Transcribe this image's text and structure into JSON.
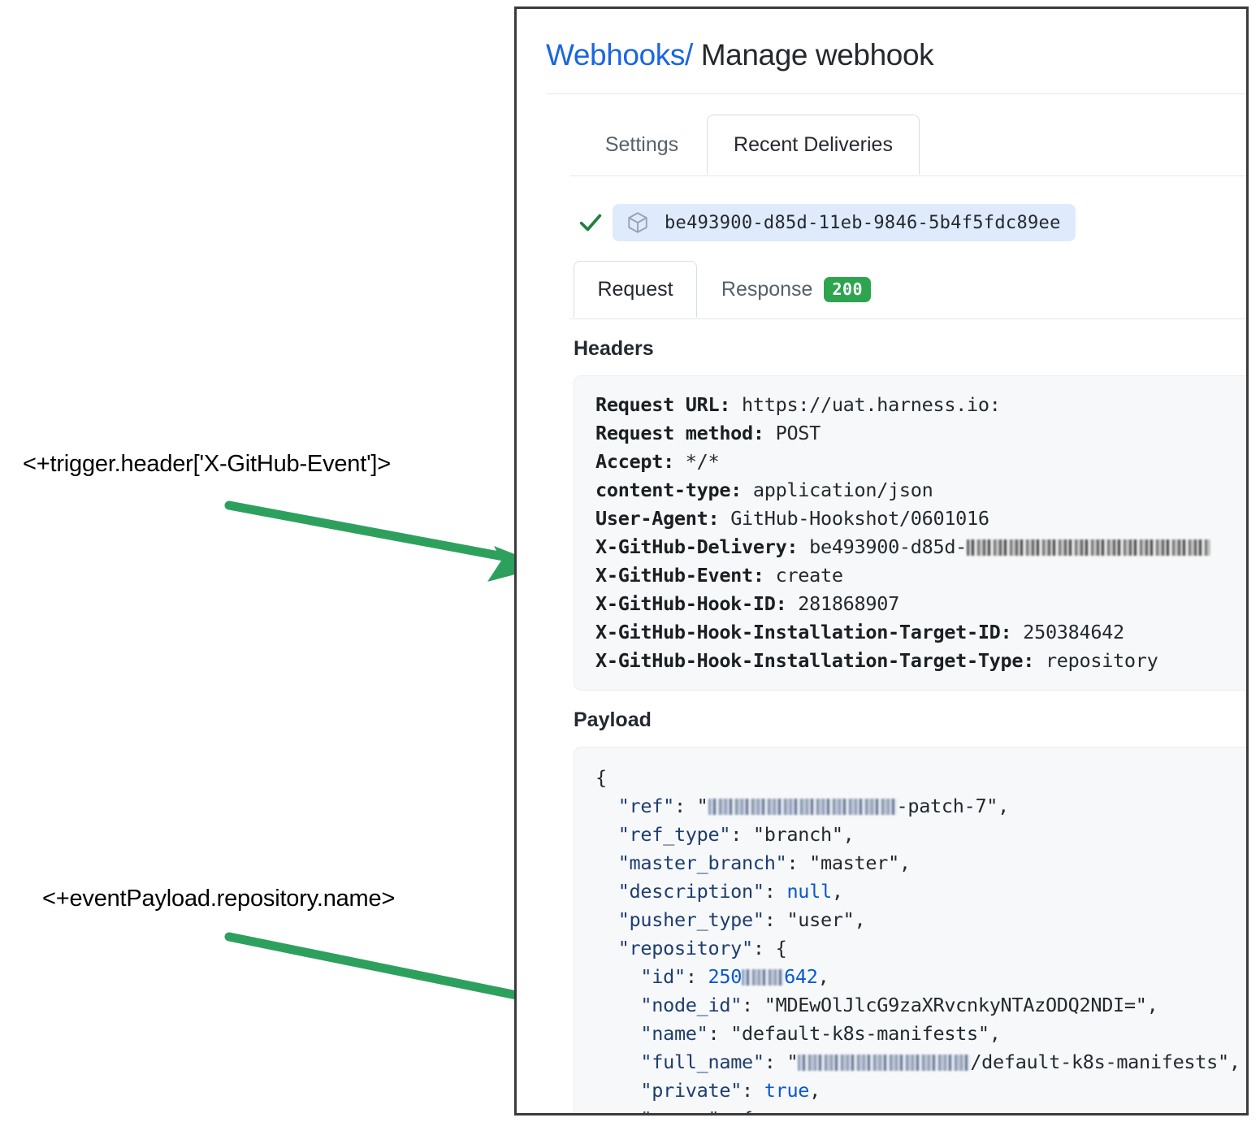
{
  "annotations": [
    {
      "id": "ann-1",
      "text": "<+trigger.header['X-GitHub-Event']>"
    },
    {
      "id": "ann-2",
      "text": "<+eventPayload.repository.name>"
    }
  ],
  "colors": {
    "arrow_green": "#2ea05e",
    "link_blue": "#1a66e0",
    "badge_green": "#2da44e",
    "pill_blue": "#dfeafc",
    "code_bg": "#f6f8fa",
    "panel_border": "#3b3b3b"
  },
  "breadcrumb": {
    "link": "Webhooks",
    "separator": "/",
    "current": "Manage webhook"
  },
  "outer_tabs": [
    {
      "label": "Settings",
      "active": false
    },
    {
      "label": "Recent Deliveries",
      "active": true
    }
  ],
  "delivery": {
    "status_icon": "check-icon",
    "package_icon": "cube-icon",
    "id": "be493900-d85d-11eb-9846-5b4f5fdc89ee"
  },
  "inner_tabs": [
    {
      "label": "Request",
      "active": true,
      "badge": ""
    },
    {
      "label": "Response",
      "active": false,
      "badge": "200"
    }
  ],
  "headers_section": {
    "title": "Headers",
    "rows": [
      {
        "key": "Request URL:",
        "value": "https://uat.harness.io:"
      },
      {
        "key": "Request method:",
        "value": "POST"
      },
      {
        "key": "Accept:",
        "value": "*/*"
      },
      {
        "key": "content-type:",
        "value": "application/json"
      },
      {
        "key": "User-Agent:",
        "value": "GitHub-Hookshot/0601016"
      },
      {
        "key": "X-GitHub-Delivery:",
        "value": "be493900-d85d-11eb-9846-5b4f5fdc89ee",
        "value_visible": "be493900-d85d-",
        "redacted_tail": true
      },
      {
        "key": "X-GitHub-Event:",
        "value": "create"
      },
      {
        "key": "X-GitHub-Hook-ID:",
        "value": "281868907"
      },
      {
        "key": "X-GitHub-Hook-Installation-Target-ID:",
        "value": "250384642"
      },
      {
        "key": "X-GitHub-Hook-Installation-Target-Type:",
        "value": "repository"
      }
    ]
  },
  "payload_section": {
    "title": "Payload",
    "lines": [
      {
        "text": "{"
      },
      {
        "key": "\"ref\"",
        "value_prefix": "\"",
        "redacted": true,
        "value_suffix": "-patch-7\","
      },
      {
        "key": "\"ref_type\"",
        "value": "\"branch\","
      },
      {
        "key": "\"master_branch\"",
        "value": "\"master\","
      },
      {
        "key": "\"description\"",
        "literal": "null",
        "tail": ","
      },
      {
        "key": "\"pusher_type\"",
        "value": "\"user\","
      },
      {
        "key": "\"repository\"",
        "value": "{"
      },
      {
        "key": "\"id\"",
        "num_prefix": "250",
        "redacted": true,
        "num_suffix": "642",
        "tail": ","
      },
      {
        "key": "\"node_id\"",
        "value": "\"MDEwOlJlcG9zaXRvcnkyNTAzODQ2NDI=\","
      },
      {
        "key": "\"name\"",
        "value": "\"default-k8s-manifests\","
      },
      {
        "key": "\"full_name\"",
        "value_prefix": "\"",
        "redacted": true,
        "value_suffix": "/default-k8s-manifests\","
      },
      {
        "key": "\"private\"",
        "literal": "true",
        "tail": ","
      },
      {
        "key": "\"owner\"",
        "value": "{"
      }
    ]
  }
}
